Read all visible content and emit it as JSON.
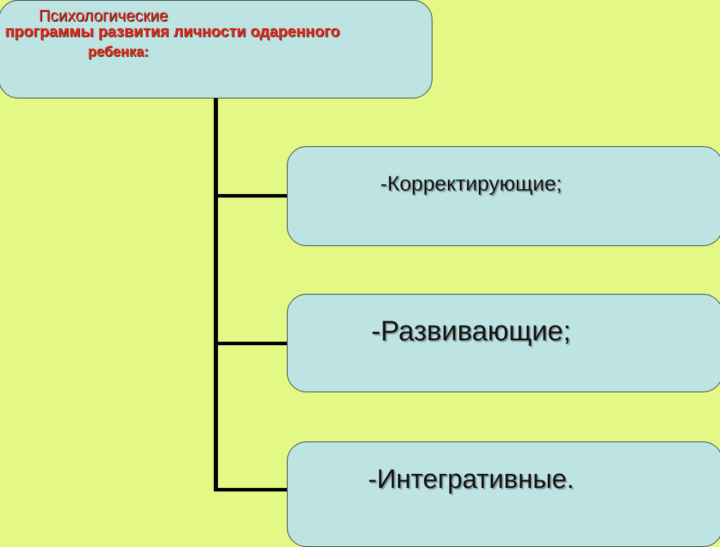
{
  "title": {
    "line1": "Психологические",
    "line2": "программы развития личности одаренного",
    "line3": "ребенка:"
  },
  "items": [
    {
      "label": "-Корректирующие;"
    },
    {
      "label": "-Развивающие;"
    },
    {
      "label": "-Интегративные."
    }
  ],
  "colors": {
    "background": "#e4f985",
    "box_fill": "#bde3e3",
    "title_text": "#e0281c",
    "connector": "#000000"
  }
}
